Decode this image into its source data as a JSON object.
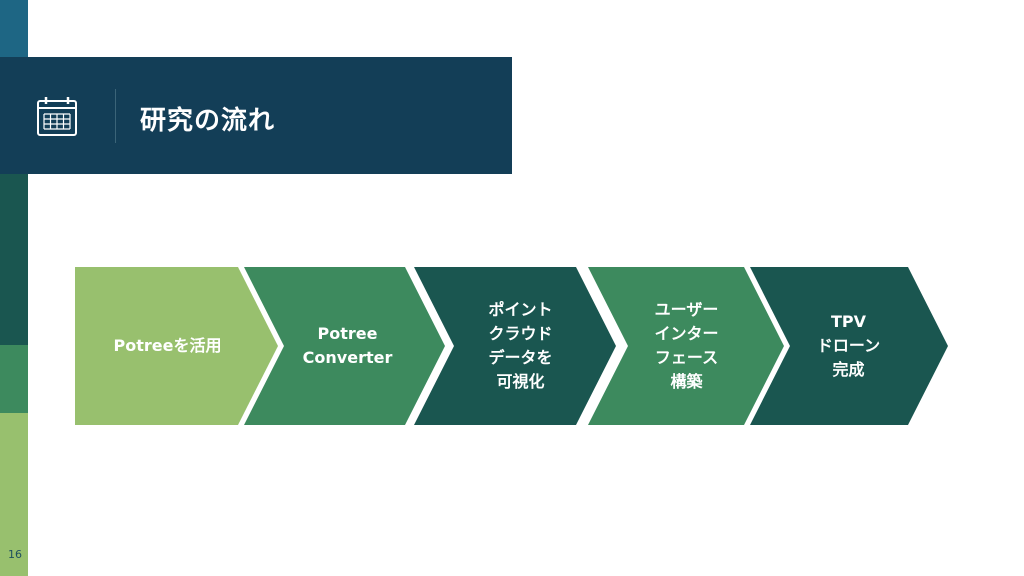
{
  "slide": {
    "title": "研究の流れ",
    "page_number": "16"
  },
  "header_icon": "calendar-icon",
  "colors": {
    "header_bg": "#133e57",
    "light_green": "#98c06e",
    "mid_green": "#3d8a5e",
    "dark_green": "#1a5650",
    "side_blue": "#1e6684",
    "side_navy": "#1c4057"
  },
  "flow_steps": [
    {
      "label": "Potreeを活用",
      "color": "#98c06e"
    },
    {
      "label": "Potree\nConverter",
      "color": "#3d8a5e"
    },
    {
      "label": "ポイント\nクラウド\nデータを\n可視化",
      "color": "#1a5650"
    },
    {
      "label": "ユーザー\nインター\nフェース\n構築",
      "color": "#3d8a5e"
    },
    {
      "label": "TPV\nドローン\n完成",
      "color": "#1a5650"
    }
  ]
}
